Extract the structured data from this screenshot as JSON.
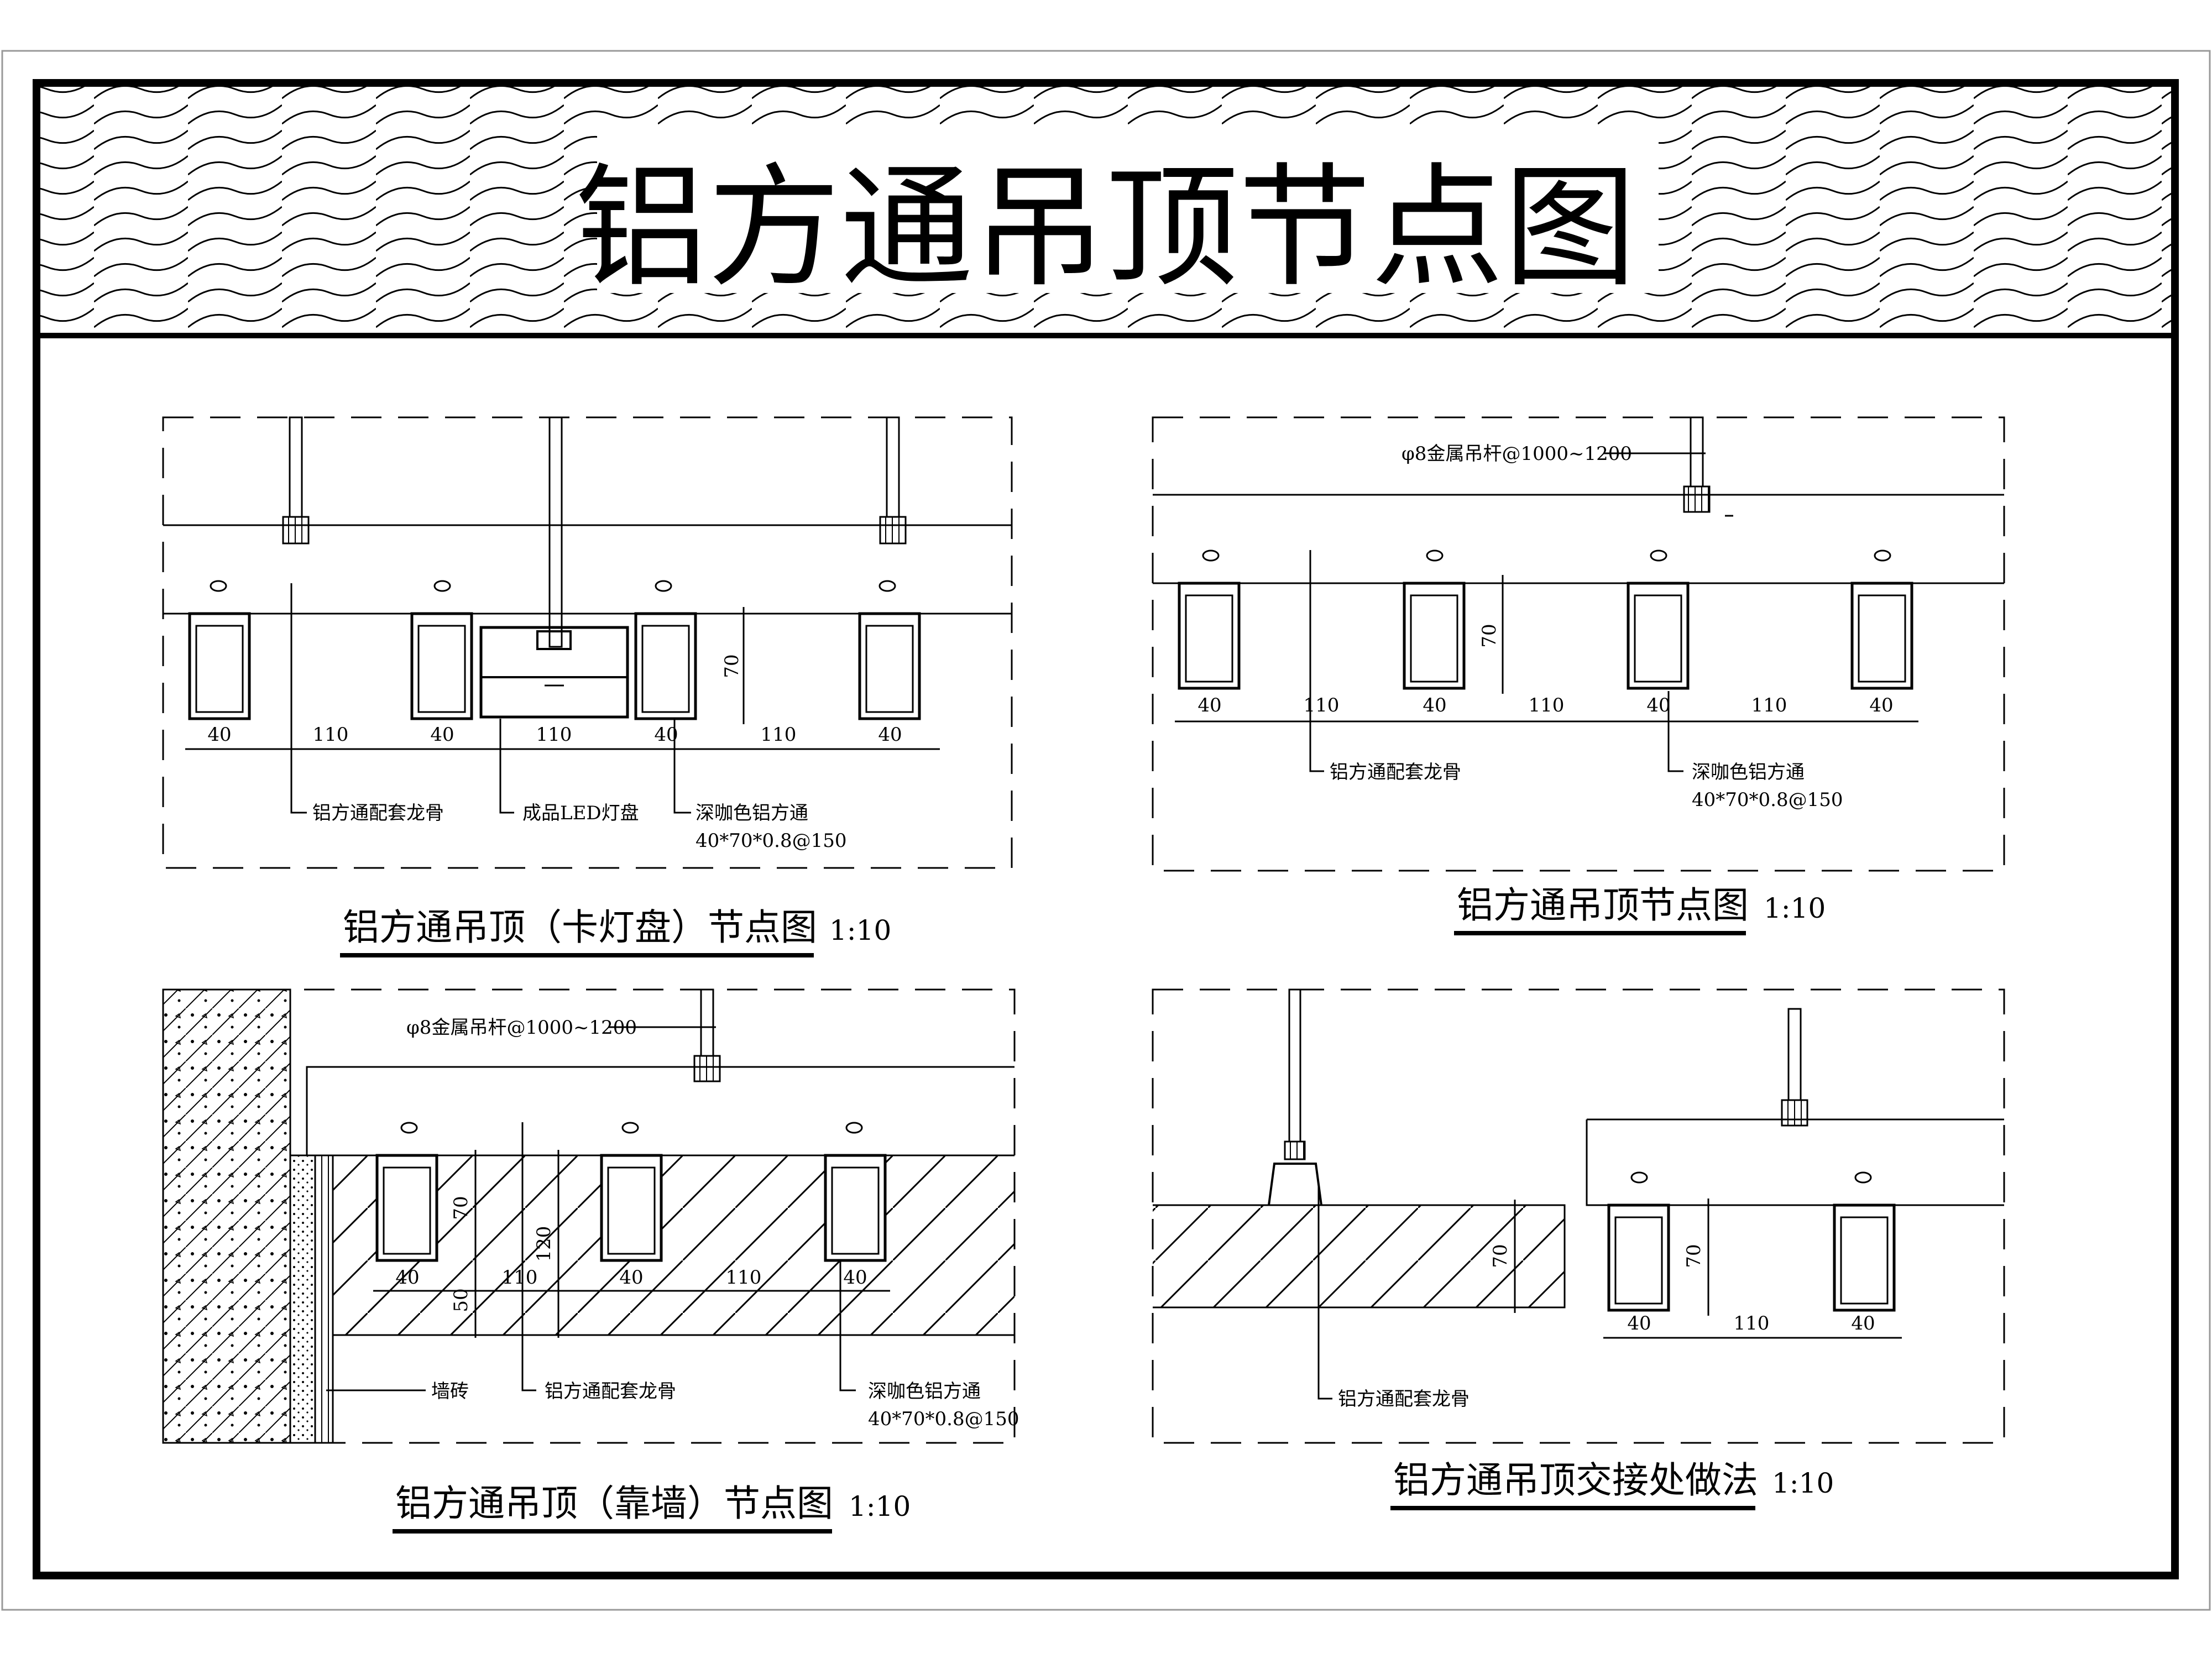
{
  "main_title": "铝方通吊顶节点图",
  "details": [
    {
      "title": "铝方通吊顶（卡灯盘）节点图",
      "scale": "1:10",
      "dims": {
        "tube_width": "40",
        "gap": "110",
        "lamp_width": "110",
        "height": "70"
      },
      "labels": {
        "keel": "铝方通配套龙骨",
        "lamp": "成品LED灯盘",
        "tube_line1": "深咖色铝方通",
        "tube_line2": "40*70*0.8@150"
      }
    },
    {
      "title": "铝方通吊顶节点图",
      "scale": "1:10",
      "dims": {
        "tube_width": "40",
        "gap": "110",
        "height": "70"
      },
      "labels": {
        "rod": "φ8金属吊杆@1000~1200",
        "keel": "铝方通配套龙骨",
        "tube_line1": "深咖色铝方通",
        "tube_line2": "40*70*0.8@150"
      }
    },
    {
      "title": "铝方通吊顶（靠墙）节点图",
      "scale": "1:10",
      "dims": {
        "tube_width": "40",
        "gap": "110",
        "height": "70",
        "total": "120",
        "lower": "50"
      },
      "labels": {
        "rod": "φ8金属吊杆@1000~1200",
        "wall": "墙砖",
        "keel": "铝方通配套龙骨",
        "tube_line1": "深咖色铝方通",
        "tube_line2": "40*70*0.8@150"
      }
    },
    {
      "title": "铝方通吊顶交接处做法",
      "scale": "1:10",
      "dims": {
        "tube_width": "40",
        "gap": "110",
        "height": "70"
      },
      "labels": {
        "keel": "铝方通配套龙骨"
      }
    }
  ]
}
